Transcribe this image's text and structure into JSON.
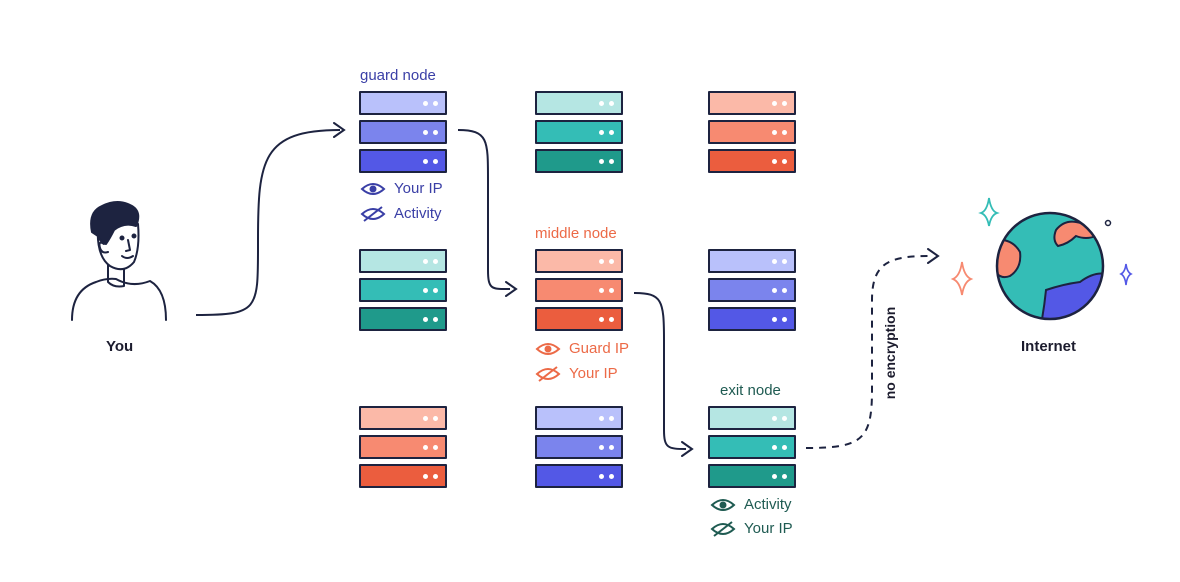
{
  "you_label": "You",
  "internet_label": "Internet",
  "guard_node": {
    "label": "guard node",
    "color": "#3a3fa6",
    "visible": "Your IP",
    "hidden": "Activity"
  },
  "middle_node": {
    "label": "middle node",
    "color": "#ec6a47",
    "visible": "Guard IP",
    "hidden": "Your IP"
  },
  "exit_node": {
    "label": "exit node",
    "color": "#1f5b52",
    "visible": "Activity",
    "hidden": "Your IP"
  },
  "connection_label": "no encryption",
  "palettes": {
    "blue": [
      "#b9c1fb",
      "#7b84ed",
      "#5358e6"
    ],
    "teal": [
      "#b5e6e3",
      "#34bdb6",
      "#1f9a8b"
    ],
    "coral": [
      "#fbb9a8",
      "#f78a71",
      "#eb5d3e"
    ]
  }
}
